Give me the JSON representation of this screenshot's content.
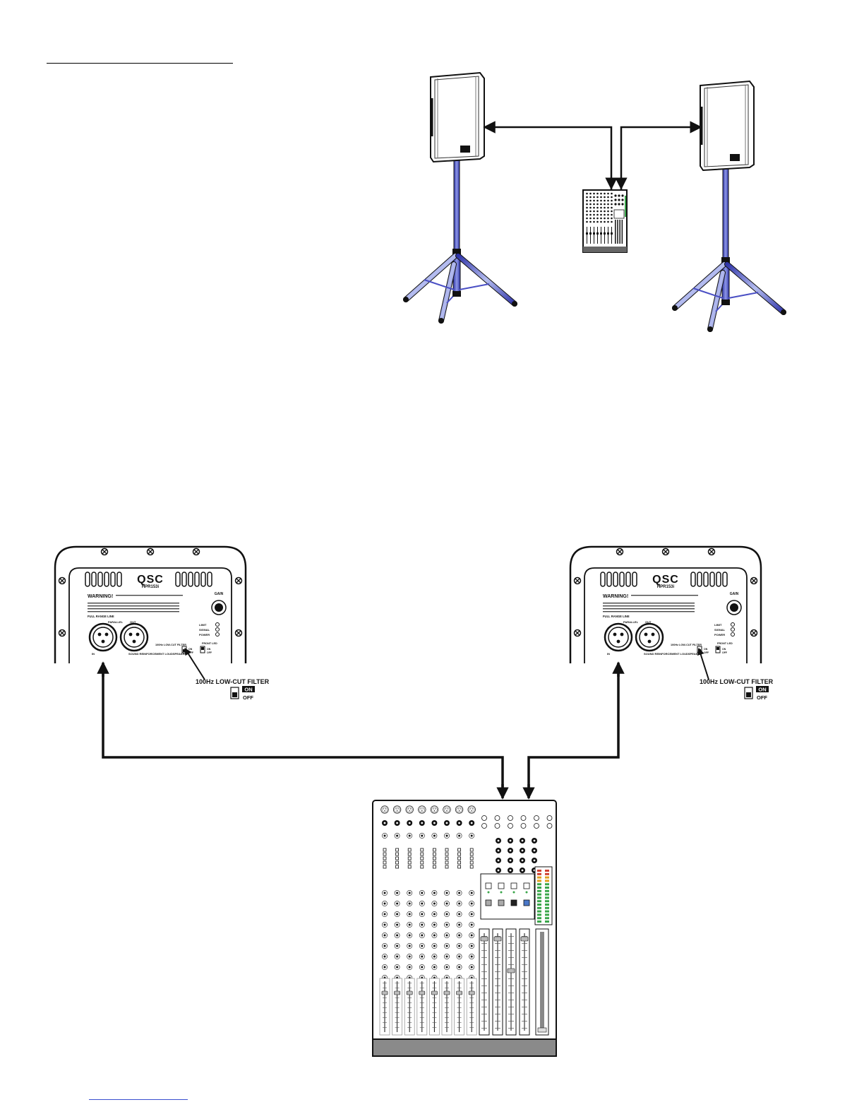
{
  "colors": {
    "stand": "#4a4fc4",
    "stand_light": "#9aa6e6",
    "line": "#111111",
    "mixer_bottom": "#8a8a8a",
    "meter_green": "#3aa64a",
    "blue_button": "#4a78c8"
  },
  "panel": {
    "brand": "QSC",
    "model": "HPR153i",
    "warning_title": "WARNING!",
    "gain_label": "GAIN",
    "full_range_line": "FULL RANGE LINE",
    "parallel": "PARALLEL",
    "out": "OUT",
    "in": "IN",
    "limit": "LIMIT",
    "signal": "SIGNAL",
    "power": "POWER",
    "lowcut_small": "100Hz LOW-CUT FILTER",
    "front_led": "FRONT LED",
    "switch_on": "ON",
    "switch_off": "OFF",
    "footer_text": "SOUND REINFORCEMENT LOUDSPEAKER"
  },
  "callout": {
    "title": "100Hz LOW-CUT FILTER",
    "on": "ON",
    "off": "OFF"
  },
  "icons": [
    "speaker-icon",
    "tripod-stand-icon",
    "mixer-icon",
    "xlr-connector-icon",
    "screw-icon"
  ]
}
